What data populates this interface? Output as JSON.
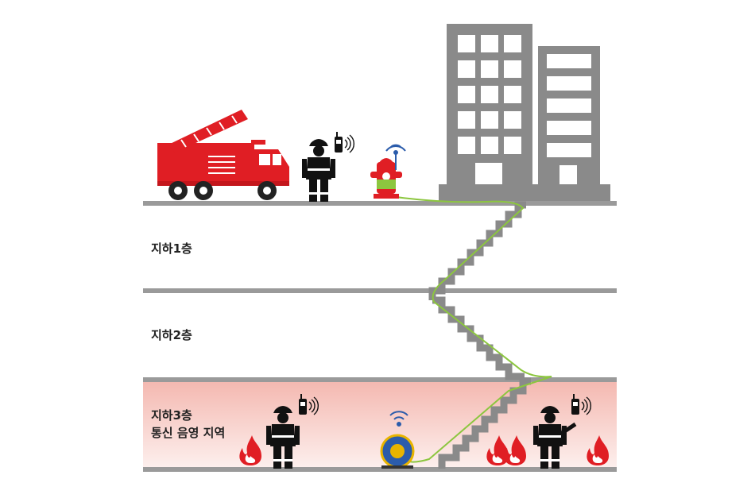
{
  "floors": {
    "b1": {
      "label": "지하1층"
    },
    "b2": {
      "label": "지하2층"
    },
    "b3": {
      "label": "지하3층",
      "sublabel": "통신 음영 지역"
    }
  },
  "colors": {
    "building": "#8a8a8a",
    "floor_line": "#9a9a9a",
    "fire_truck": "#e01e24",
    "cable": "#8cc63f",
    "signal": "#2b5cab",
    "shadow_zone": "#f6c9c4",
    "flame": "#e01e24",
    "flame_inner": "#ffffff"
  },
  "icons": [
    "fire-truck-icon",
    "firefighter-icon",
    "radio-icon",
    "fire-hydrant-icon",
    "wifi-signal-icon",
    "building-icon",
    "staircase-icon",
    "cable-reel-icon",
    "flame-icon"
  ]
}
